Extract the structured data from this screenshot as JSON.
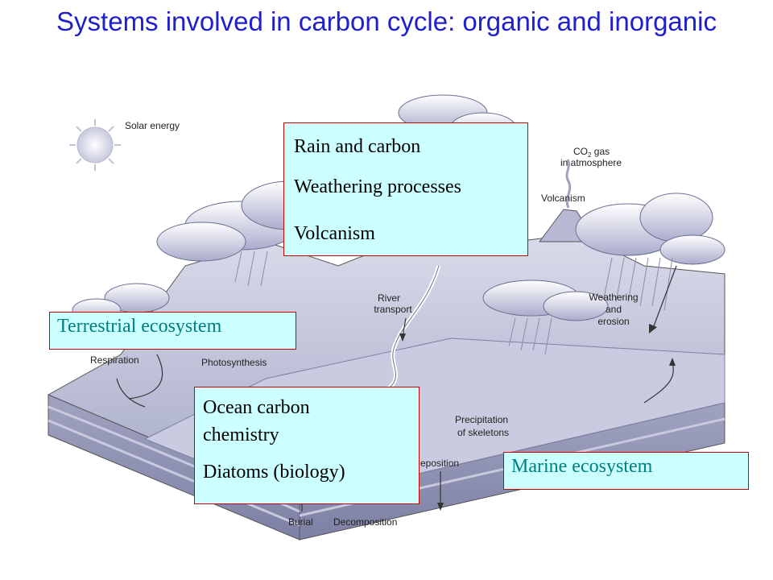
{
  "title": "Systems involved in carbon cycle: organic and inorganic",
  "diagram_labels": {
    "solar_energy": "Solar energy",
    "co2_line1": "CO",
    "co2_sub": "2",
    "co2_line1_rest": " gas",
    "co2_line2": "in atmosphere",
    "volcanism": "Volcanism",
    "river_line1": "River",
    "river_line2": "transport",
    "weathering_line1": "Weathering",
    "weathering_line2": "and",
    "weathering_line3": "erosion",
    "respiration": "Respiration",
    "photosynthesis": "Photosynthesis",
    "precip_line1": "Precipitation",
    "precip_line2": "of skeletons",
    "deposition": "eposition",
    "burial": "Burial",
    "decomposition": "Decomposition"
  },
  "boxes": {
    "rain": [
      "Rain and carbon",
      "Weathering processes",
      "Volcanism"
    ],
    "ocean": [
      "Ocean carbon",
      "chemistry",
      "Diatoms (biology)"
    ]
  },
  "tags": {
    "terrestrial": "Terrestrial ecosystem",
    "marine": "Marine ecosystem"
  },
  "colors": {
    "title": "#1f1fcc",
    "box_fill": "#ccffff",
    "box_border": "#cc0000",
    "tag_text": "#008080"
  }
}
